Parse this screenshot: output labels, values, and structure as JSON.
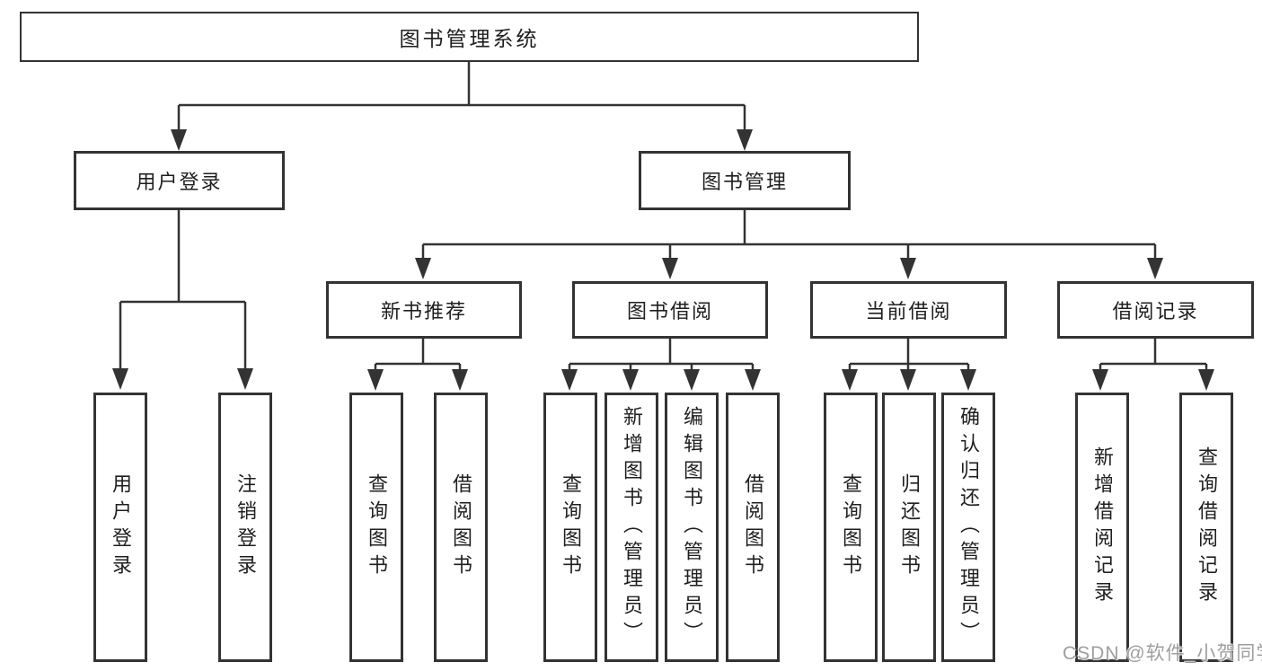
{
  "diagram": {
    "title": "图书管理系统",
    "colors": {
      "line": "#333333",
      "border": "#333333",
      "text": "#1f1f1f",
      "background": "#ffffff"
    },
    "level2": {
      "user_login": "用户登录",
      "book_mgmt": "图书管理"
    },
    "level3": {
      "new_books": "新书推荐",
      "book_borrow": "图书借阅",
      "current_borrow": "当前借阅",
      "borrow_records": "借阅记录"
    },
    "leaves": {
      "login": [
        "用户登录",
        "注销登录"
      ],
      "new_books": [
        "查询图书",
        "借阅图书"
      ],
      "book_borrow": [
        "查询图书",
        "新增图书（管理员）",
        "编辑图书（管理员）",
        "借阅图书"
      ],
      "current_borrow": [
        "查询图书",
        "归还图书",
        "确认归还（管理员）"
      ],
      "borrow_records": [
        "新增借阅记录",
        "查询借阅记录"
      ]
    }
  },
  "watermark": {
    "text": "CSDN @软件_小贺同学",
    "color": "#9e9e9e"
  }
}
